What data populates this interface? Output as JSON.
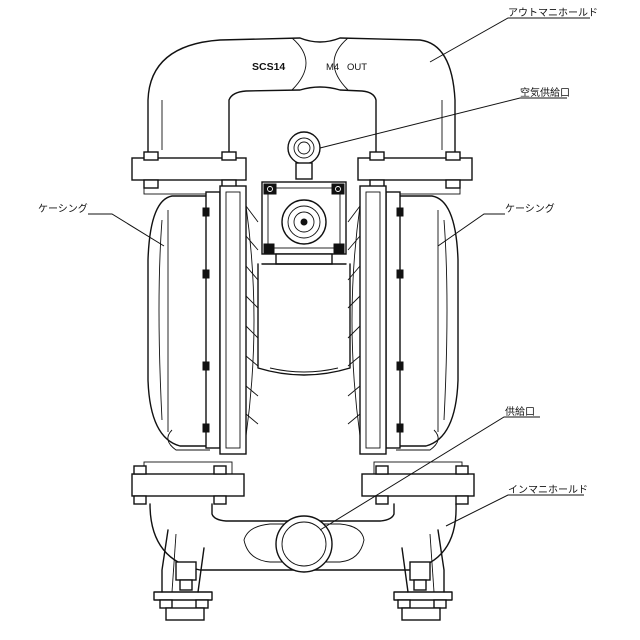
{
  "callouts": {
    "outlet_manifold": "アウトマニホールド",
    "air_supply_port": "空気供給口",
    "casing_left": "ケーシング",
    "casing_right": "ケーシング",
    "supply_port": "供給口",
    "inlet_manifold": "インマニホールド"
  },
  "casting_marks": {
    "model": "SCS14",
    "size": "M4",
    "direction": "OUT"
  }
}
